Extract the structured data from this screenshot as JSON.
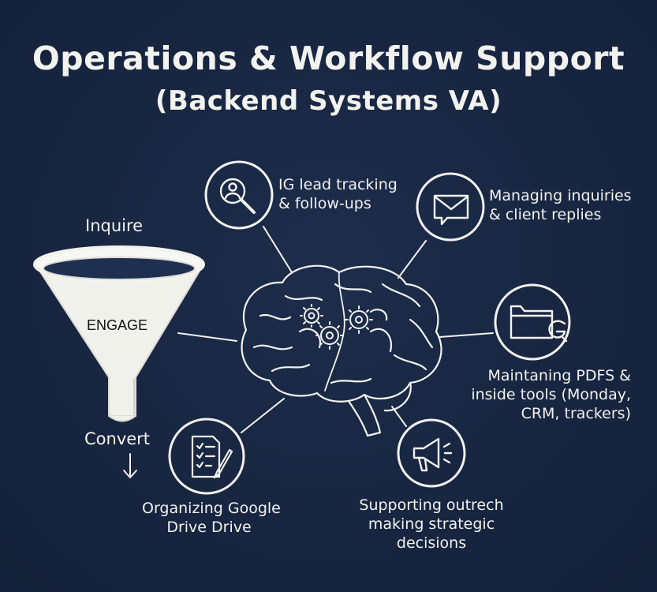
{
  "title": "Operations & Workflow Support",
  "subtitle": "(Backend Systems VA)",
  "funnel": {
    "top_label": "Inquire",
    "middle_label": "ENGAGE",
    "bottom_label": "Convert"
  },
  "items": [
    {
      "icon": "magnifier-user-icon",
      "lines": [
        "IG lead tracking",
        "& follow-ups"
      ]
    },
    {
      "icon": "envelope-icon",
      "lines": [
        "Managing inquiries",
        "& client replies"
      ]
    },
    {
      "icon": "folder-google-icon",
      "lines": [
        "Maintaning PDFS &",
        "inside tools  (Monday,",
        "CRM, trackers)"
      ]
    },
    {
      "icon": "megaphone-icon",
      "lines": [
        "Supporting outrech",
        "making strategic",
        "decisions"
      ]
    },
    {
      "icon": "checklist-document-icon",
      "lines": [
        "Organizing Google",
        "Drive Drive"
      ]
    }
  ],
  "colors": {
    "background": "#172540",
    "ink": "#f2f2ee"
  }
}
